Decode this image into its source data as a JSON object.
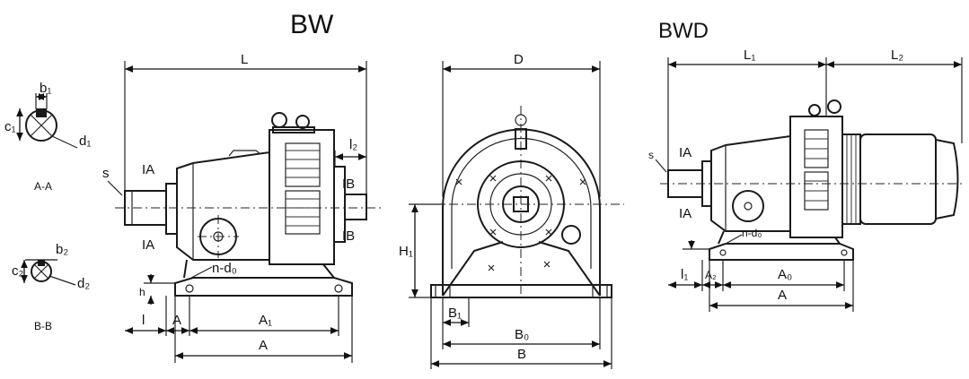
{
  "titles": {
    "bw": "BW",
    "bwd": "BWD"
  },
  "section_aa": {
    "label": "A-A",
    "b1": "b₁",
    "c1": "c₁",
    "d1": "d₁"
  },
  "section_bb": {
    "label": "B-B",
    "b2": "b₂",
    "c2": "c₂",
    "d2": "d₂"
  },
  "side_view": {
    "L": "L",
    "l2": "l₂",
    "s": "s",
    "IA_top": "IA",
    "IA_bottom": "IA",
    "IB_top": "IB",
    "IB_bottom": "IB",
    "n_d0": "n-d₀",
    "h": "h",
    "l": "l",
    "A_small": "A",
    "A1": "A₁",
    "A": "A"
  },
  "front_view": {
    "D": "D",
    "H": "H₁",
    "B1": "B₁",
    "B0": "B₀",
    "B": "B"
  },
  "bwd_view": {
    "L1": "L₁",
    "L2": "L₂",
    "s": "s",
    "IA_top": "IA",
    "IA_bottom": "IA",
    "n_d0": "n-d₀",
    "l1": "l₁",
    "A_small": "A₂",
    "A0": "A₀",
    "A": "A"
  }
}
